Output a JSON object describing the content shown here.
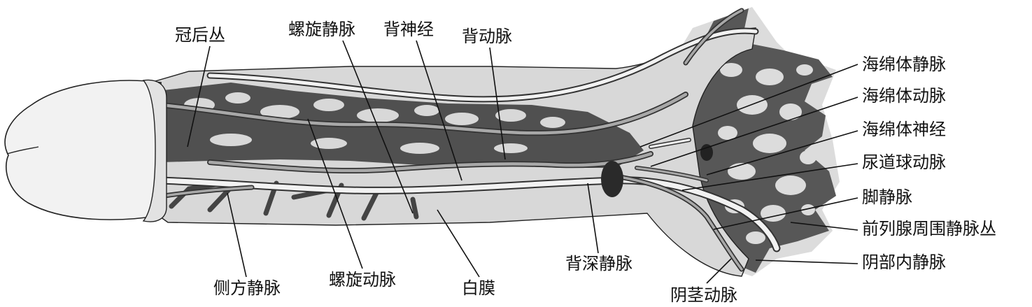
{
  "colors": {
    "background": "#ffffff",
    "outline": "#222222",
    "tunica": "#d6d6d6",
    "glans": "#f2f2f2",
    "erectile": "#555555",
    "vessel_light": "#f4f4f4",
    "vessel_gray": "#a8a8a8",
    "vein_dark": "#333333",
    "label": "#111111"
  },
  "labels": [
    {
      "id": "corona-plexus",
      "text": "冠后丛"
    },
    {
      "id": "spiral-vein",
      "text": "螺旋静脉"
    },
    {
      "id": "dorsal-nerve",
      "text": "背神经"
    },
    {
      "id": "dorsal-artery",
      "text": "背动脉"
    },
    {
      "id": "cavernous-vein",
      "text": "海绵体静脉"
    },
    {
      "id": "cavernous-artery",
      "text": "海绵体动脉"
    },
    {
      "id": "cavernous-nerve",
      "text": "海绵体神经"
    },
    {
      "id": "bulbourethral-artery",
      "text": "尿道球动脉"
    },
    {
      "id": "crural-vein",
      "text": "脚静脉"
    },
    {
      "id": "periprostatic-plexus",
      "text": "前列腺周围静脉丛"
    },
    {
      "id": "internal-pudendal-vein",
      "text": "阴部内静脉"
    },
    {
      "id": "penile-artery",
      "text": "阴茎动脉"
    },
    {
      "id": "deep-dorsal-vein",
      "text": "背深静脉"
    },
    {
      "id": "tunica-albuginea",
      "text": "白膜"
    },
    {
      "id": "spiral-artery",
      "text": "螺旋动脉"
    },
    {
      "id": "lateral-vein",
      "text": "侧方静脉"
    }
  ]
}
